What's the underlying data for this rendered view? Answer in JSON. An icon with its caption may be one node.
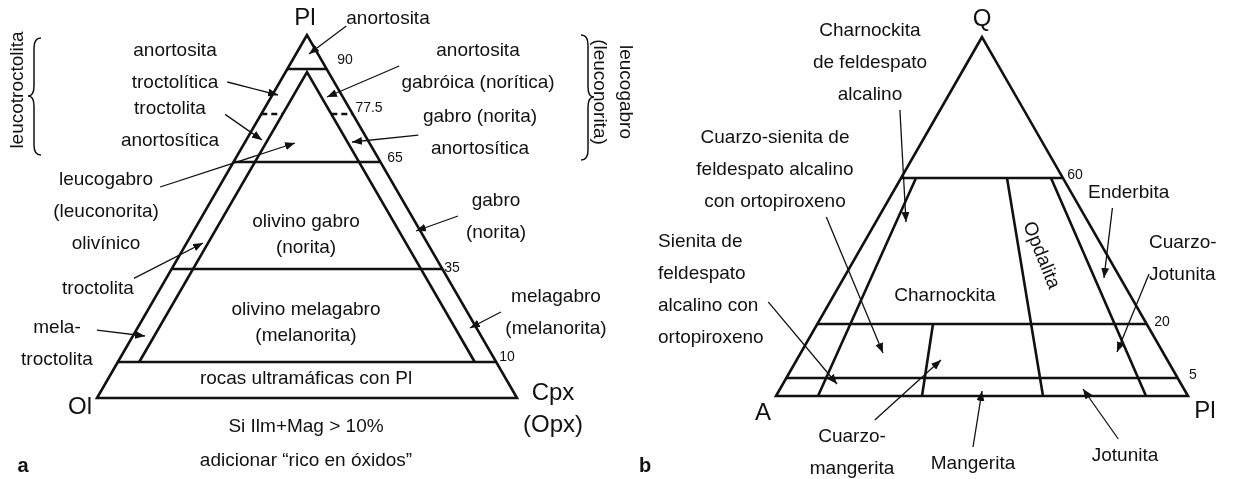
{
  "diagram": {
    "nodes": [
      {
        "text": [
          "anortosita"
        ]
      },
      {
        "text": [
          "anortosita troctolítica"
        ]
      },
      {
        "text": [
          "troctolita anortosítica"
        ]
      },
      {
        "text": [
          "anortosita gabróica (norítica)"
        ]
      },
      {
        "text": [
          "gabro (norita) anortosítica"
        ]
      },
      {
        "text": [
          "leucogabro (leuconorita) olivínico"
        ]
      },
      {
        "text": [
          "gabro (norita)"
        ]
      },
      {
        "text": [
          "troctolita"
        ]
      },
      {
        "text": [
          "mela-troctolita"
        ]
      },
      {
        "text": [
          "melagabro (melanorita)"
        ]
      },
      {
        "text": [
          "Charnockita de feldespato alcalino"
        ]
      },
      {
        "text": [
          "Cuarzo-sienita de feldespato alcalino con ortopiroxeno"
        ]
      },
      {
        "text": [
          "Sienita de feldespato alcalino con ortopiroxeno"
        ]
      },
      {
        "text": [
          "Enderbita"
        ]
      },
      {
        "text": [
          "Cuarzo-Jotunita"
        ]
      },
      {
        "text": [
          "Cuarzo-mangerita"
        ]
      },
      {
        "text": [
          "Mangerita"
        ]
      },
      {
        "text": [
          "Jotunita"
        ]
      }
    ],
    "edges": [
      {
        "from": 0,
        "to": null,
        "arrow": "to"
      },
      {
        "from": 1,
        "to": null,
        "arrow": "to"
      },
      {
        "from": 2,
        "to": null,
        "arrow": "to"
      },
      {
        "from": 3,
        "to": null,
        "arrow": "to"
      },
      {
        "from": 4,
        "to": null,
        "arrow": "to"
      },
      {
        "from": 5,
        "to": null,
        "arrow": "to"
      },
      {
        "from": 6,
        "to": null,
        "arrow": "to"
      },
      {
        "from": 7,
        "to": null,
        "arrow": "to"
      },
      {
        "from": 8,
        "to": null,
        "arrow": "to"
      },
      {
        "from": 9,
        "to": null,
        "arrow": "to"
      },
      {
        "from": 10,
        "to": null,
        "arrow": "to"
      },
      {
        "from": 11,
        "to": null,
        "arrow": "to"
      },
      {
        "from": 12,
        "to": null,
        "arrow": "to"
      },
      {
        "from": 13,
        "to": null,
        "arrow": "to"
      },
      {
        "from": 14,
        "to": null,
        "arrow": "to"
      },
      {
        "from": 15,
        "to": null,
        "arrow": "to"
      },
      {
        "from": 16,
        "to": null,
        "arrow": "to"
      },
      {
        "from": 17,
        "to": null,
        "arrow": "to"
      }
    ],
    "labels": [
      "leucotroctolita",
      "Pl",
      "90",
      "77.5",
      "65",
      "leucogabro (leuconorita)",
      "olivino gabro (norita)",
      "35",
      "olivino melagabro (melanorita)",
      "10",
      "rocas ultramáficas con Pl",
      "Ol",
      "Cpx (Opx)",
      "Si Ilm+Mag > 10%",
      "adicionar “rico en óxidos”",
      "a",
      "Q",
      "60",
      "Opdalita",
      "Charnockita",
      "20",
      "5",
      "A",
      "Pl",
      "b"
    ]
  }
}
